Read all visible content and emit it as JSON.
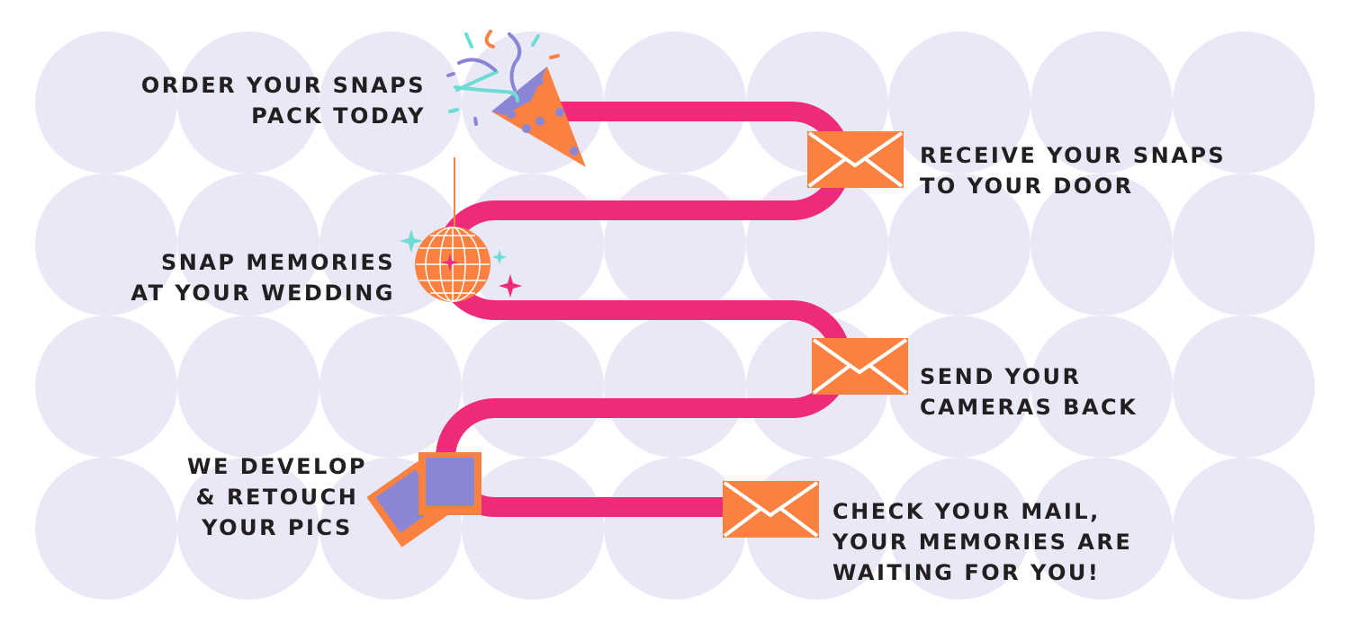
{
  "colors": {
    "circle": "#e9e8f7",
    "path": "#ee2a7b",
    "orange": "#fb8140",
    "purple": "#8b85d6",
    "teal": "#6edbd4",
    "text": "#231f20"
  },
  "steps": [
    {
      "lines": [
        "ORDER YOUR SNAPS",
        "PACK TODAY"
      ],
      "icon": "party-popper-icon"
    },
    {
      "lines": [
        "RECEIVE YOUR SNAPS",
        "TO YOUR DOOR"
      ],
      "icon": "envelope-icon"
    },
    {
      "lines": [
        "SNAP MEMORIES",
        "AT YOUR WEDDING"
      ],
      "icon": "disco-ball-icon"
    },
    {
      "lines": [
        "SEND YOUR",
        "CAMERAS BACK"
      ],
      "icon": "envelope-icon"
    },
    {
      "lines": [
        "WE DEVELOP",
        "& RETOUCH",
        "YOUR PICS"
      ],
      "icon": "photos-icon"
    },
    {
      "lines": [
        "CHECK YOUR MAIL,",
        "YOUR MEMORIES ARE",
        "WAITING FOR YOU!"
      ],
      "icon": "envelope-icon"
    }
  ]
}
